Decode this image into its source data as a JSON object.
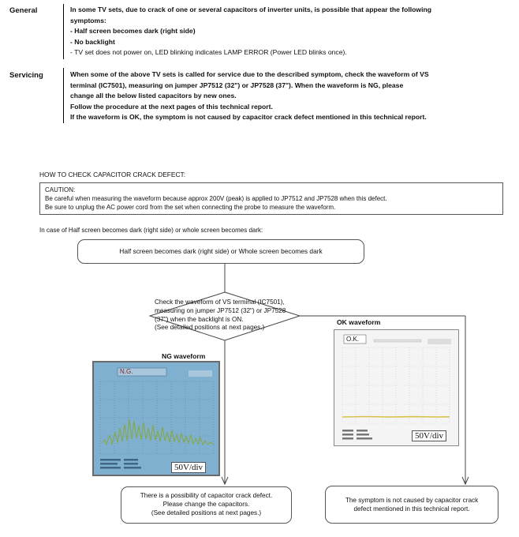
{
  "general": {
    "label": "General",
    "lines": [
      "In some TV sets, due to crack of one or several capacitors of inverter units, is possible that appear the following",
      "symptoms:",
      "- Half screen becomes dark (right side)",
      "- No backlight",
      "- TV set does not power on, LED blinking indicates LAMP ERROR (Power LED blinks once)."
    ]
  },
  "servicing": {
    "label": "Servicing",
    "lines": [
      "When some of the above TV sets is called for service due to the described symptom, check the waveform of VS",
      "terminal (IC7501), measuring on jumper JP7512 (32\") or JP7528 (37\"). When the waveform is NG, please",
      "change all the below listed capacitors by new ones.",
      "Follow the procedure at the next pages of this technical report.",
      "If the waveform is OK, the symptom is not caused by capacitor crack defect mentioned in this technical report."
    ]
  },
  "how_to_heading": "HOW TO CHECK CAPACITOR CRACK DEFECT:",
  "caution": {
    "title": "CAUTION:",
    "line1": "Be careful when measuring the waveform because approx 200V (peak) is applied to JP7512 and JP7528 when this defect.",
    "line2": "Be sure to unplug the AC power cord from the set when connecting the probe to measure the waveform."
  },
  "case_text": "In case of Half screen becomes dark (right side) or whole screen becomes dark:",
  "flow": {
    "start": "Half screen becomes dark (right side) or Whole screen becomes dark",
    "decision": [
      "Check the waveform of VS terminal (IC7501),",
      "measuring on jumper JP7512 (32\") or JP7528",
      "(37\") when the backlight is ON.",
      "(See detailed positions at next pages.)"
    ],
    "ng_result": [
      "There is a possibility of capacitor crack defect.",
      "Please change the capacitors.",
      "(See detailed positions at next pages.)"
    ],
    "ok_result": [
      "The symptom is not caused by capacitor crack",
      "defect mentioned in this technical report."
    ]
  },
  "ng_waveform": {
    "label": "NG waveform",
    "tag": "N.G.",
    "scale": "50V/div",
    "bg": "#7fb0cf",
    "trace": "#86a84a"
  },
  "ok_waveform": {
    "label": "OK waveform",
    "tag": "O.K.",
    "scale": "50V/div",
    "bg": "#f4f4f4",
    "trace": "#d6c24a"
  }
}
